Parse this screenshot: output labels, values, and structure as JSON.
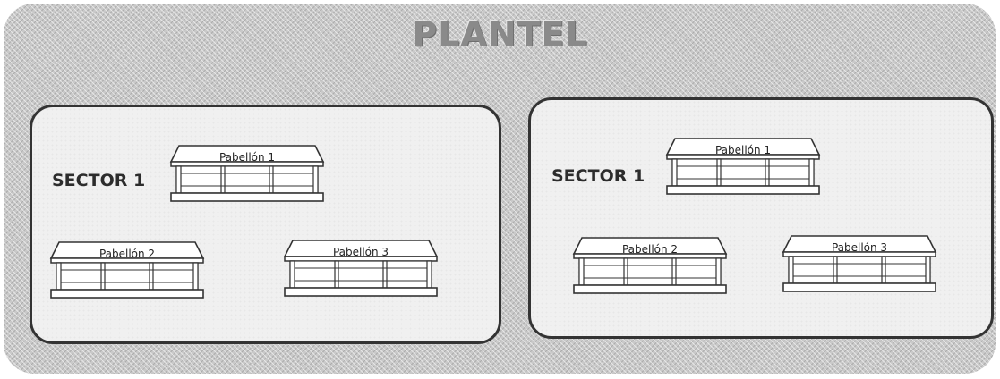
{
  "title": "PLANTEL",
  "sectors": [
    {
      "label": "SECTOR 1",
      "pavilions": [
        "Pabellón 1",
        "Pabellón 2",
        "Pabellón 3"
      ]
    },
    {
      "label": "SECTOR 1",
      "pavilions": [
        "Pabellón 1",
        "Pabellón 2",
        "Pabellón 3"
      ]
    }
  ],
  "colors": {
    "outer_background": "#c9c9c9",
    "sector_background": "#f0f0f0",
    "stroke": "#333333",
    "title": "#8a8a8a"
  }
}
